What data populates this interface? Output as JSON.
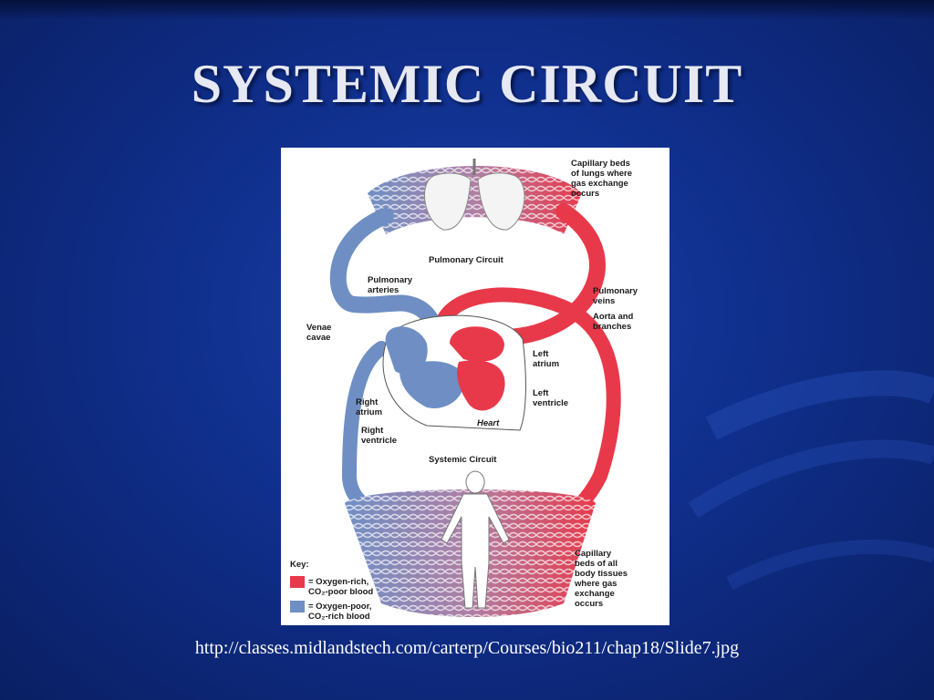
{
  "slide": {
    "title": "SYSTEMIC CIRCUIT",
    "source_url": "http://classes.midlandstech.com/carterp/Courses/bio211/chap18/Slide7.jpg"
  },
  "diagram": {
    "labels": {
      "capillary_lungs": [
        "Capillary beds",
        "of lungs where",
        "gas exchange",
        "occurs"
      ],
      "pulmonary_circuit": "Pulmonary Circuit",
      "pulmonary_arteries": [
        "Pulmonary",
        "arteries"
      ],
      "pulmonary_veins": [
        "Pulmonary",
        "veins"
      ],
      "aorta": [
        "Aorta and",
        "branches"
      ],
      "venae_cavae": [
        "Venae",
        "cavae"
      ],
      "left_atrium": [
        "Left",
        "atrium"
      ],
      "left_ventricle": [
        "Left",
        "ventricle"
      ],
      "right_atrium": [
        "Right",
        "atrium"
      ],
      "right_ventricle": [
        "Right",
        "ventricle"
      ],
      "heart": "Heart",
      "systemic_circuit": "Systemic Circuit",
      "capillary_body": [
        "Capillary",
        "beds of all",
        "body tissues",
        "where gas",
        "exchange",
        "occurs"
      ]
    },
    "key": {
      "title": "Key:",
      "items": [
        {
          "color": "#e8394a",
          "text": [
            "= Oxygen-rich,",
            "CO₂-poor blood"
          ]
        },
        {
          "color": "#6f8fc4",
          "text": [
            "= Oxygen-poor,",
            "CO₂-rich blood"
          ]
        }
      ]
    },
    "colors": {
      "oxygen_rich": "#e8394a",
      "oxygen_poor": "#6f8fc4"
    }
  }
}
